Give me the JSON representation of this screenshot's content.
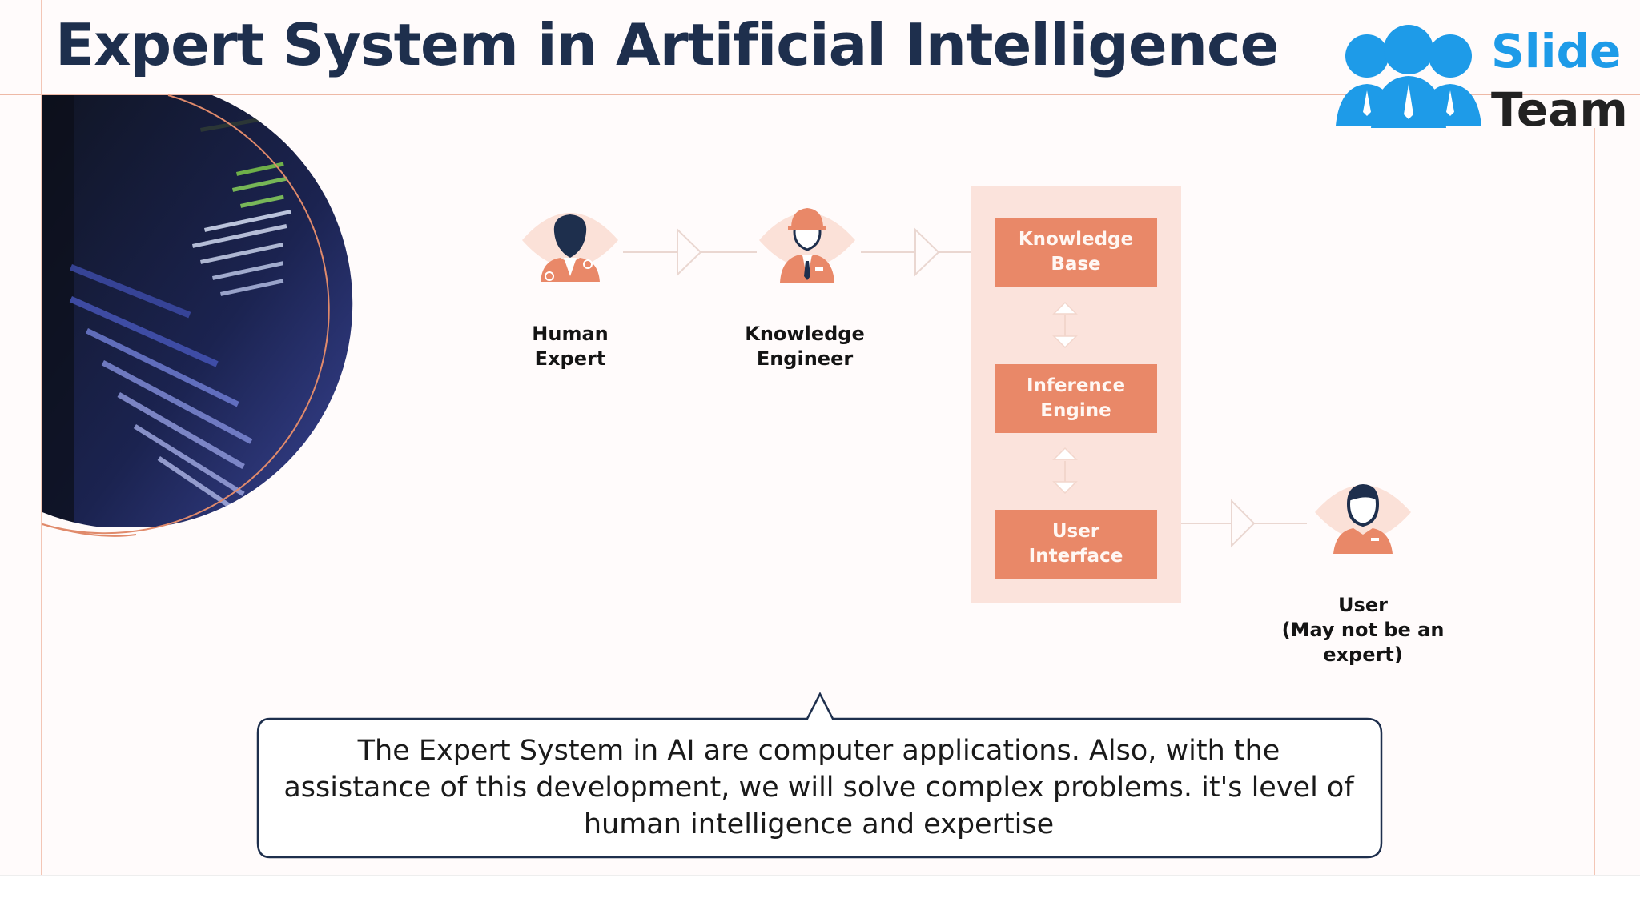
{
  "title": "Expert System in Artificial Intelligence",
  "logo": {
    "line1": "Slide",
    "line2": "Team",
    "icon": "three-people-icon"
  },
  "nodes": {
    "human_expert": {
      "line1": "Human",
      "line2": "Expert",
      "icon": "doctor-icon"
    },
    "knowledge_engineer": {
      "line1": "Knowledge",
      "line2": "Engineer",
      "icon": "engineer-icon"
    },
    "user": {
      "line1": "User",
      "line2": "(May not be an expert)",
      "icon": "user-icon"
    }
  },
  "components": [
    {
      "line1": "Knowledge",
      "line2": "Base"
    },
    {
      "line1": "Inference",
      "line2": "Engine"
    },
    {
      "line1": "User",
      "line2": "Interface"
    }
  ],
  "callout": {
    "line1": "The Expert System in AI are computer applications. Also, with the",
    "line2": "assistance of this development, we will solve complex problems. it's level of",
    "line3": "human intelligence and expertise"
  },
  "colors": {
    "accent": "#e98868",
    "panel": "#fbe3dc",
    "title": "#1e2f4d",
    "logo_blue": "#1e9be8",
    "navy": "#1e2f4d"
  },
  "photo": {
    "subject": "code-screen-photo"
  }
}
